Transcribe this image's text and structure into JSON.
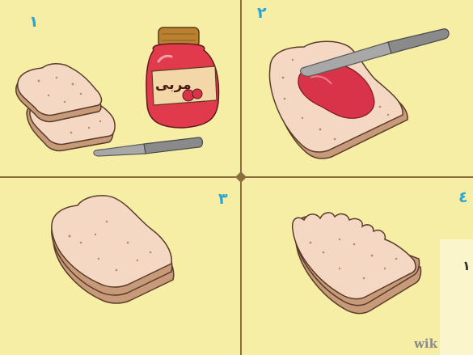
{
  "panels": [
    {
      "step": "١",
      "content": "two bread slices, jam jar and butter knife"
    },
    {
      "step": "٢",
      "content": "knife spreading jam on a bread slice"
    },
    {
      "step": "٣",
      "content": "sandwich closed with two slices"
    },
    {
      "step": "٤",
      "content": "sandwich with a bite taken out"
    }
  ],
  "jar_label": "مربى",
  "cropped_next_panel_step": "١",
  "watermark": "wik",
  "colors": {
    "background": "#f7eea6",
    "divider": "#8c6e3d",
    "bread_crumb": "#f5d8c3",
    "bread_crust": "#c79b7a",
    "jam": "#d83348",
    "step_number": "#2aa6d6"
  }
}
